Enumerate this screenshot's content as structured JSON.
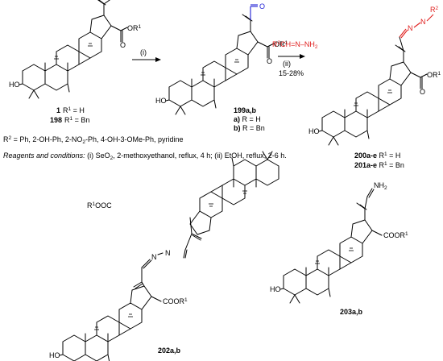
{
  "compound_1": {
    "num": "1",
    "r": "R",
    "sup": "1",
    "rest": " = H"
  },
  "compound_198": {
    "num": "198",
    "r": "R",
    "sup": "1",
    "rest": " = Bn"
  },
  "compound_199": {
    "num": "199a,b",
    "a": "a)",
    "a_text": " R = H",
    "b": "b)",
    "b_text": " R = Bn"
  },
  "compound_200": {
    "num": "200a-e",
    "r": " R",
    "sup": "1",
    "rest": " = H"
  },
  "compound_201": {
    "num": "201a-e",
    "r": " R",
    "sup": "1",
    "rest": " = Bn"
  },
  "compound_202": {
    "num": "202a,b"
  },
  "compound_203": {
    "num": "203a,b"
  },
  "step_i": {
    "label": "(i)"
  },
  "step_ii": {
    "label": "(ii)",
    "yield": "15-28%",
    "reagent_r": "R",
    "reagent_sup": "2",
    "reagent_rest": "CH=N–NH",
    "reagent_sub": "2"
  },
  "atoms": {
    "ho": "HO",
    "o": "O",
    "or": "OR",
    "one": "1",
    "h": "H",
    "nh": "NH",
    "two": "2",
    "n": "N",
    "r": "R",
    "cooR": "COOR",
    "r1ooc": "R",
    "ooc": "OOC"
  },
  "r2_def": {
    "r": "R",
    "sup": "2",
    "text": " = Ph, 2-OH-Ph, 2-NO",
    "sub": "2",
    "text2": "-Ph, 4-OH-3-OMe-Ph, pyridine"
  },
  "conditions": {
    "label": "Reagents and conditions:",
    "text": " (i) SeO",
    "sub": "2",
    "text2": ", 2-methoxyethanol, reflux, 4 h; (ii) EtOH, reflux, 2-6 h."
  },
  "colors": {
    "aldehyde": "#1f1fd6",
    "hydrazone": "#e0201f",
    "bond": "#000000"
  }
}
